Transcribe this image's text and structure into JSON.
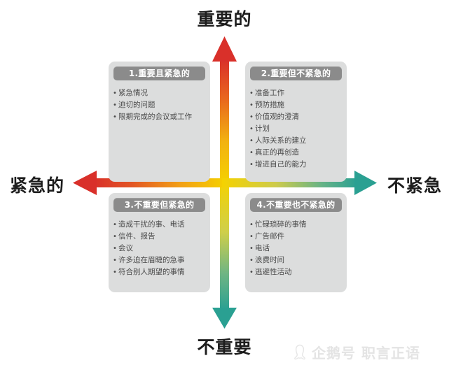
{
  "axes": {
    "top_label": "重要的",
    "bottom_label": "不重要",
    "left_label": "紧急的",
    "right_label": "不紧急"
  },
  "colors": {
    "arrow_red": "#d9302a",
    "arrow_orange": "#f08a1b",
    "arrow_yellow": "#f5d200",
    "arrow_green": "#2aa092",
    "box_background": "#dcdddd",
    "header_background": "#8b8b8b",
    "header_text": "#ffffff",
    "item_text": "#4a4a4a",
    "label_text": "#1d1d1d",
    "watermark_text": "#e2e2e2"
  },
  "quadrants": [
    {
      "id": "quadrant-1",
      "title": "1.重要且紧急的",
      "items": [
        "紧急情况",
        "迫切的问题",
        "限期完成的会议或工作"
      ]
    },
    {
      "id": "quadrant-2",
      "title": "2.重要但不紧急的",
      "items": [
        "准备工作",
        "预防措施",
        "价值观的澄清",
        "计划",
        "人际关系的建立",
        "真正的再创造",
        "增进自己的能力"
      ]
    },
    {
      "id": "quadrant-3",
      "title": "3.不重要但紧急的",
      "items": [
        "造成干扰的事、电话",
        "信件、报告",
        "会议",
        "许多迫在眉睫的急事",
        "符合别人期望的事情"
      ]
    },
    {
      "id": "quadrant-4",
      "title": "4.不重要也不紧急的",
      "items": [
        "忙碌琐碎的事情",
        "广告邮件",
        "电话",
        "浪费时间",
        "逃避性活动"
      ]
    }
  ],
  "watermark": {
    "text": "企鹅号 职言正语",
    "icon": "penguin-icon"
  }
}
